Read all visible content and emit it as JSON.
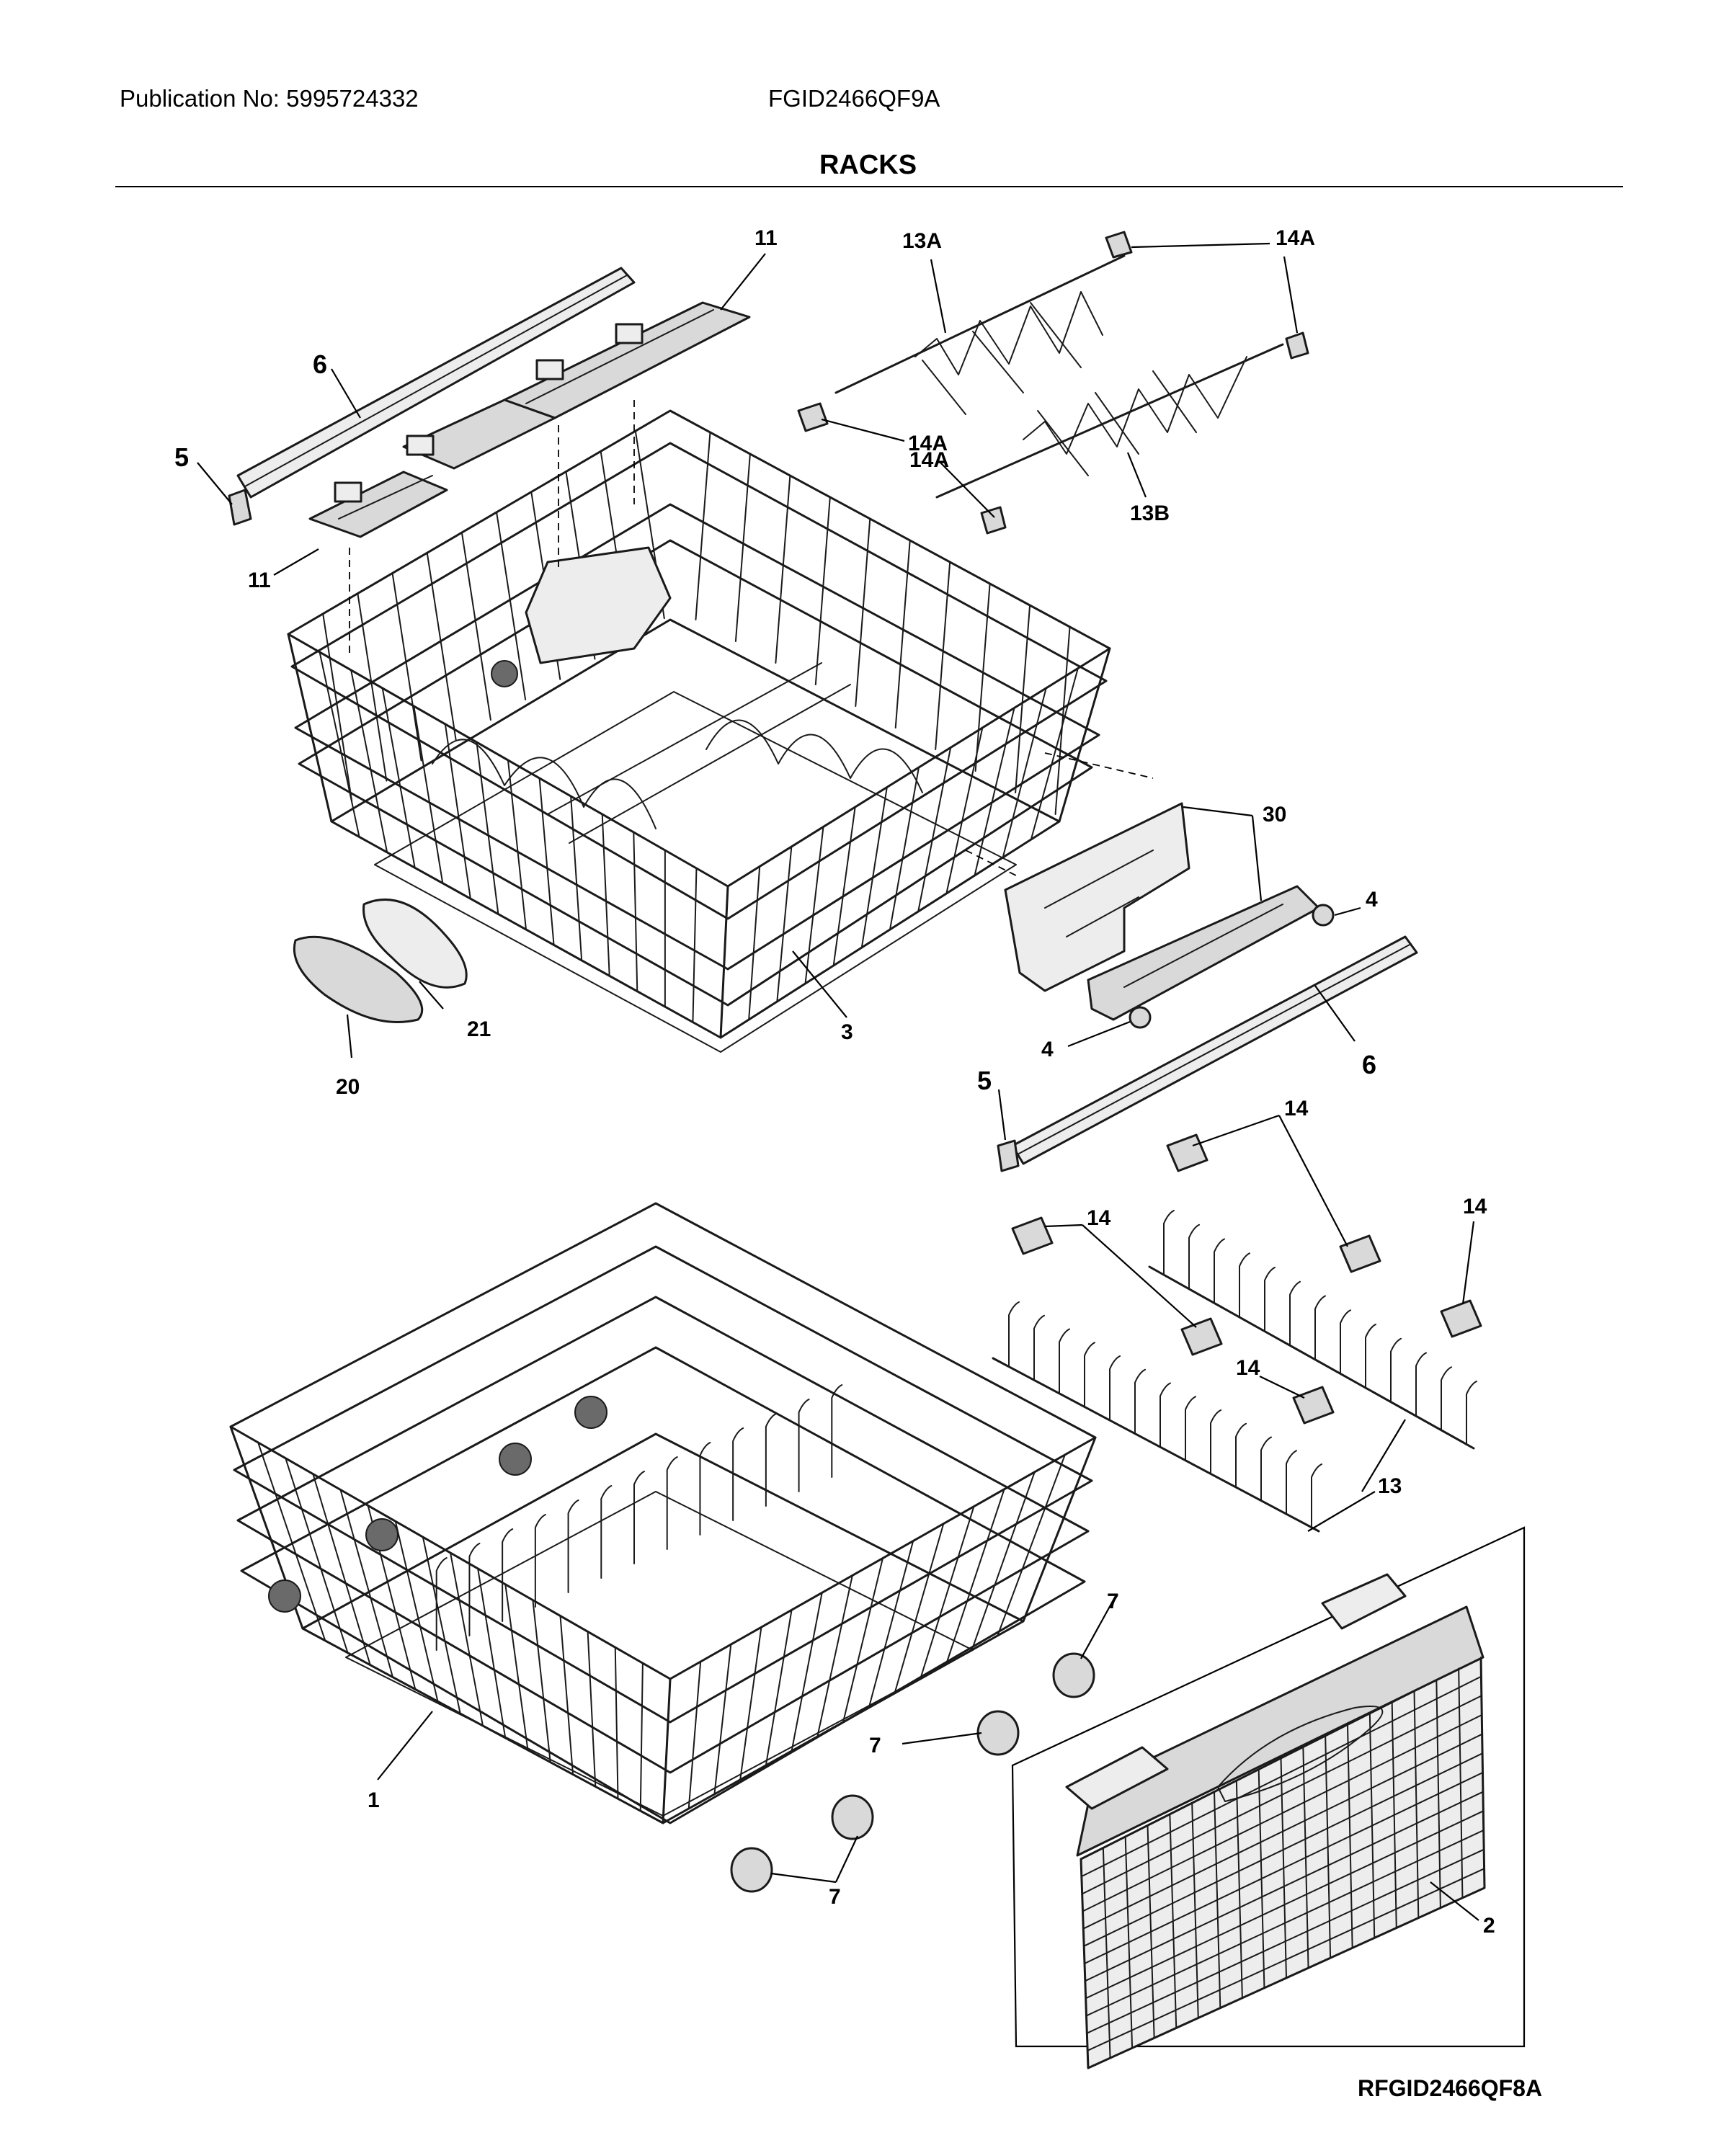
{
  "header": {
    "publication": "Publication No: 5995724332",
    "model": "FGID2466QF9A",
    "title": "RACKS"
  },
  "footer": {
    "code": "RFGID2466QF8A"
  },
  "callouts": [
    {
      "id": "c-11-top",
      "label": "11"
    },
    {
      "id": "c-6-top",
      "label": "6"
    },
    {
      "id": "c-5-top",
      "label": "5"
    },
    {
      "id": "c-11-left",
      "label": "11"
    },
    {
      "id": "c-13a",
      "label": "13A"
    },
    {
      "id": "c-14a-top",
      "label": "14A"
    },
    {
      "id": "c-14a-mid",
      "label": "14A"
    },
    {
      "id": "c-14a-low",
      "label": "14A"
    },
    {
      "id": "c-13b",
      "label": "13B"
    },
    {
      "id": "c-30",
      "label": "30"
    },
    {
      "id": "c-4-right",
      "label": "4"
    },
    {
      "id": "c-4-left",
      "label": "4"
    },
    {
      "id": "c-6-right",
      "label": "6"
    },
    {
      "id": "c-5-right",
      "label": "5"
    },
    {
      "id": "c-3",
      "label": "3"
    },
    {
      "id": "c-21",
      "label": "21"
    },
    {
      "id": "c-20",
      "label": "20"
    },
    {
      "id": "c-14-top",
      "label": "14"
    },
    {
      "id": "c-14-left",
      "label": "14"
    },
    {
      "id": "c-14-right",
      "label": "14"
    },
    {
      "id": "c-14-mid",
      "label": "14"
    },
    {
      "id": "c-13",
      "label": "13"
    },
    {
      "id": "c-7-a",
      "label": "7"
    },
    {
      "id": "c-7-b",
      "label": "7"
    },
    {
      "id": "c-7-c",
      "label": "7"
    },
    {
      "id": "c-1",
      "label": "1"
    },
    {
      "id": "c-2",
      "label": "2"
    }
  ]
}
